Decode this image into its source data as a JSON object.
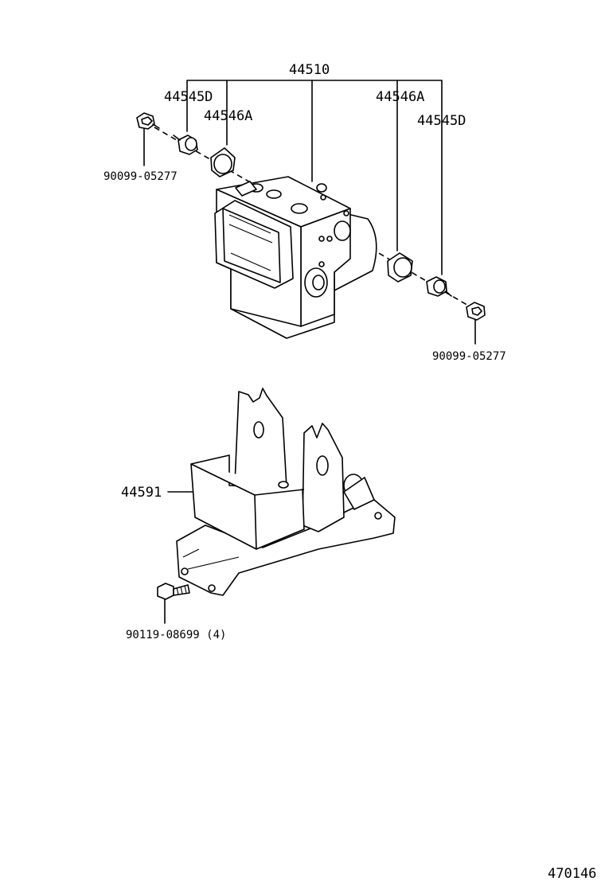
{
  "labels": {
    "assembly": "44510",
    "cushion_left": "44546A",
    "collar_left": "44545D",
    "cushion_right": "44546A",
    "collar_right": "44545D",
    "bolt_top_left": "90099-05277",
    "bolt_right": "90099-05277",
    "bracket": "44591",
    "bracket_bolt": "90119-08699 (4)",
    "figure_number": "470146"
  }
}
